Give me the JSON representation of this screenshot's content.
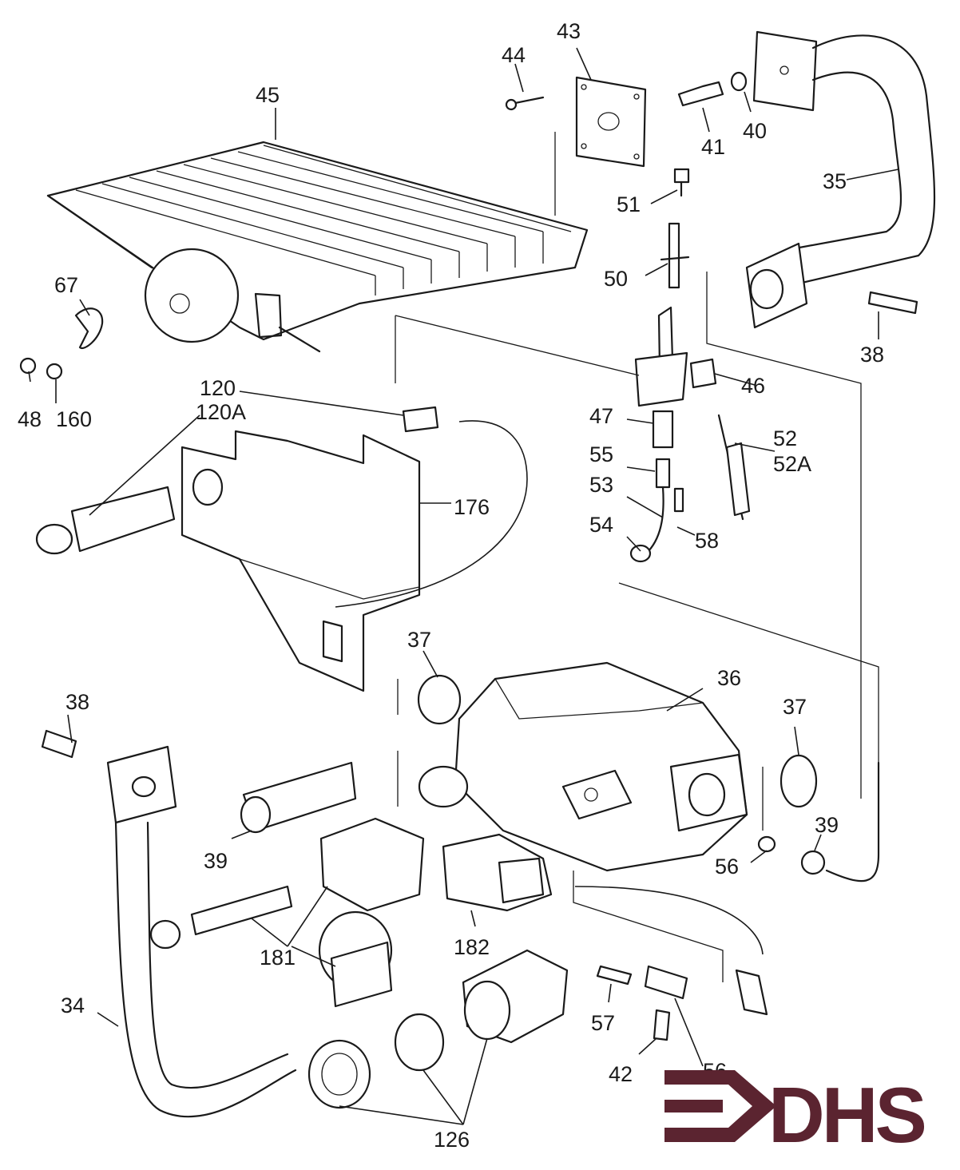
{
  "diagram": {
    "labels": [
      "44",
      "43",
      "41",
      "40",
      "35",
      "45",
      "51",
      "50",
      "38",
      "67",
      "46",
      "48",
      "160",
      "120",
      "120A",
      "47",
      "52",
      "52A",
      "55",
      "176",
      "53",
      "58",
      "54",
      "37",
      "36",
      "37",
      "38",
      "39",
      "39",
      "56",
      "181",
      "182",
      "57",
      "42",
      "56",
      "34",
      "126"
    ]
  },
  "logo": {
    "text": "DHS",
    "color": "#5b2430"
  },
  "colors": {
    "ink": "#1a1a1a",
    "paper": "#ffffff"
  }
}
